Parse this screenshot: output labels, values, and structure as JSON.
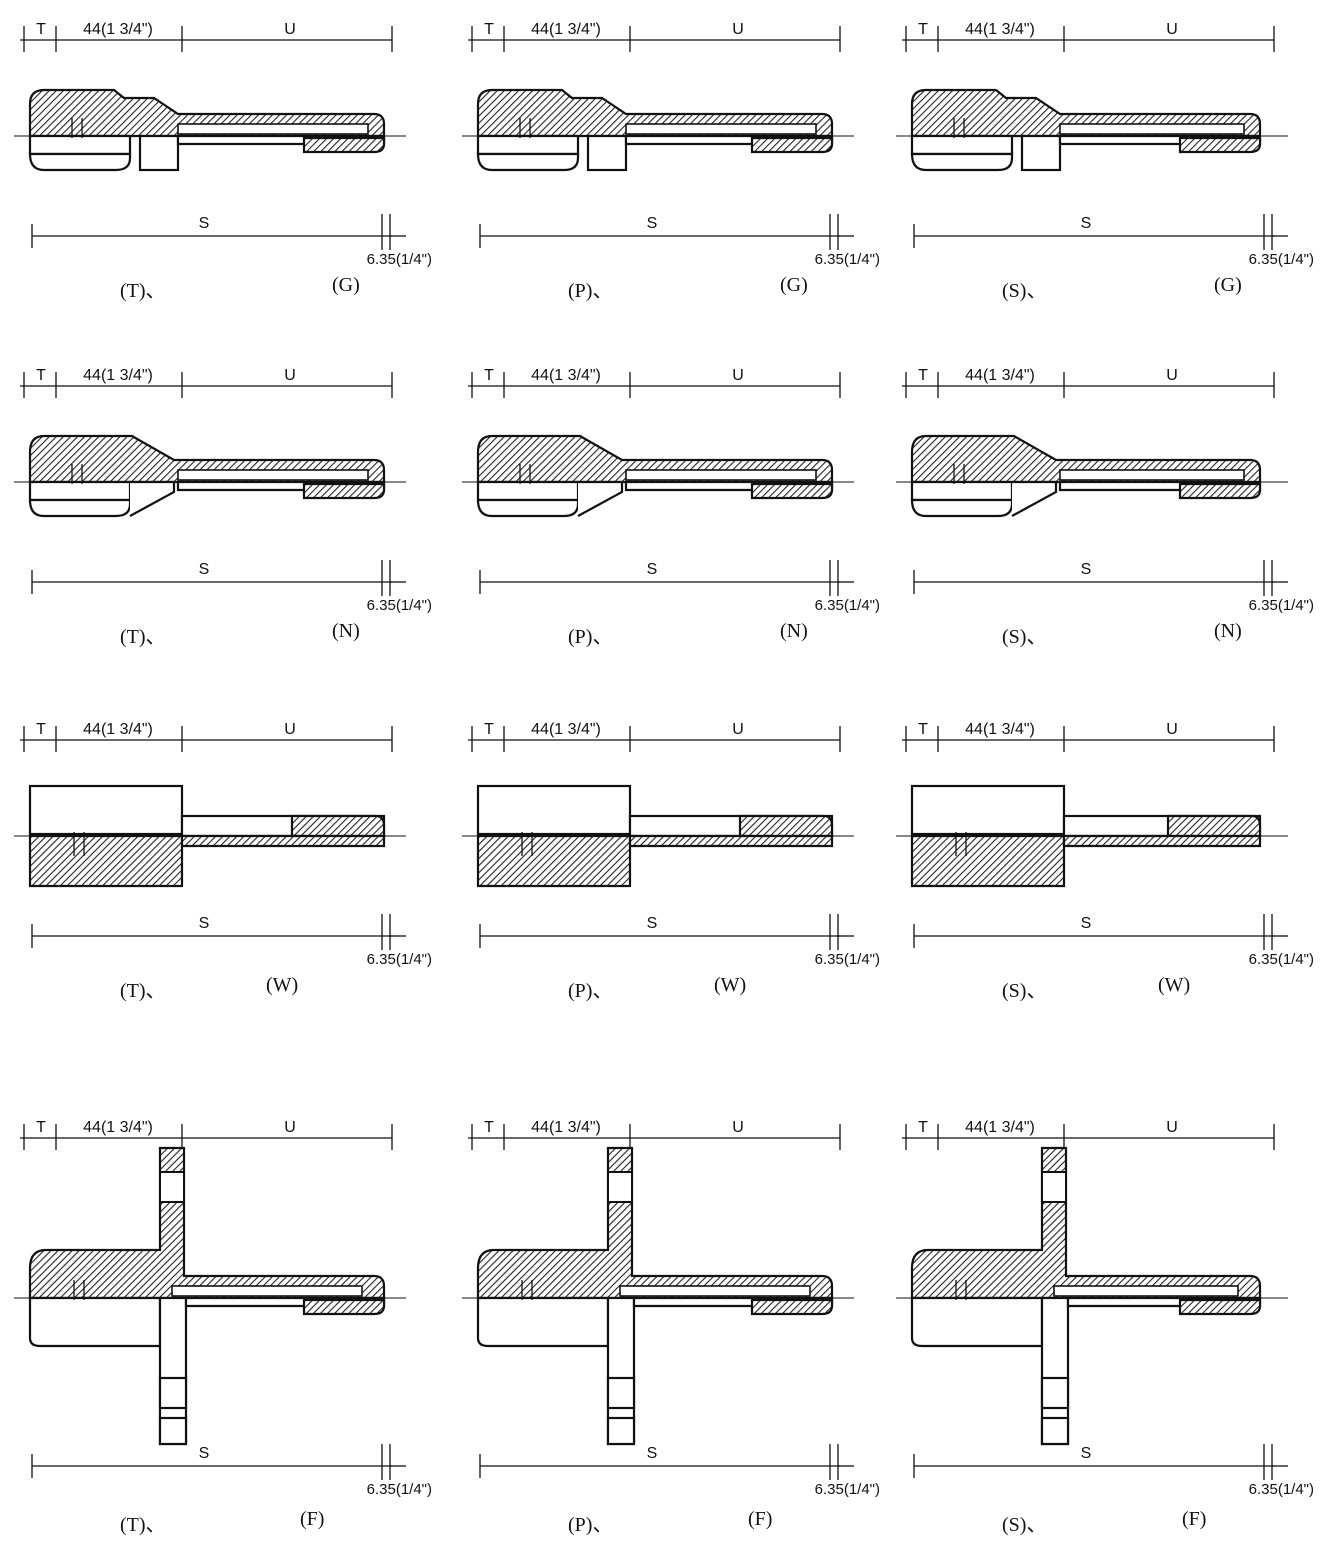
{
  "labels": {
    "t": "T",
    "mid": "44(1 3/4\")",
    "u": "U",
    "s": "S",
    "tip": "6.35(1/4\")"
  },
  "rows": [
    {
      "style": "G",
      "captions": [
        [
          "(T)、",
          "(G)"
        ],
        [
          "(P)、",
          "(G)"
        ],
        [
          "(S)、",
          "(G)"
        ]
      ]
    },
    {
      "style": "N",
      "captions": [
        [
          "(T)、",
          "(N)"
        ],
        [
          "(P)、",
          "(N)"
        ],
        [
          "(S)、",
          "(N)"
        ]
      ]
    },
    {
      "style": "W",
      "captions": [
        [
          "(T)、",
          "(W)"
        ],
        [
          "(P)、",
          "(W)"
        ],
        [
          "(S)、",
          "(W)"
        ]
      ]
    },
    {
      "style": "F",
      "captions": [
        [
          "(T)、",
          "(F)"
        ],
        [
          "(P)、",
          "(F)"
        ],
        [
          "(S)、",
          "(F)"
        ]
      ]
    }
  ],
  "colors": {
    "ink": "#111111",
    "paper": "#ffffff"
  }
}
